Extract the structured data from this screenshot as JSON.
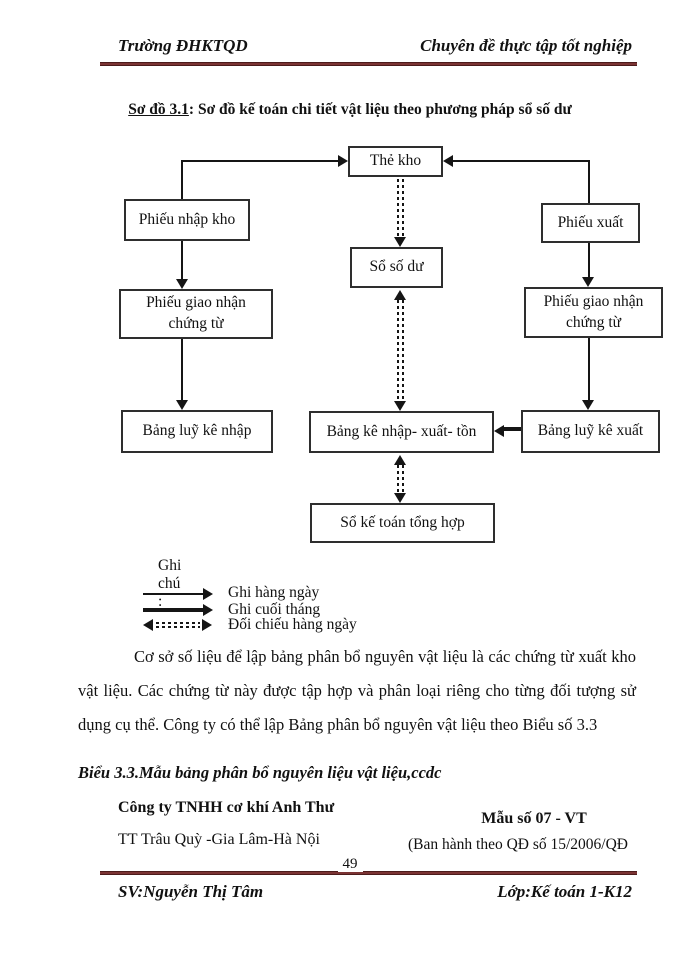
{
  "header": {
    "left": "Trường ĐHKTQD",
    "right": "Chuyên đề thực tập tốt nghiệp"
  },
  "title": {
    "label": "Sơ đồ 3.1",
    "rest": ": Sơ đồ kế toán chi tiết vật liệu theo phương pháp sổ số dư"
  },
  "diagram": {
    "boxes": {
      "the_kho": "Thẻ kho",
      "phieu_nhap_kho": "Phiếu nhập kho",
      "phieu_xuat": "Phiếu xuất",
      "so_so_du": "Sổ số dư",
      "pgn_left": "Phiếu giao nhận chứng từ",
      "pgn_right": "Phiếu giao nhận chứng từ",
      "bang_luy_ke_nhap": "Bảng luỹ kê nhập",
      "bang_ke_nxt": "Bảng kê nhập- xuất- tồn",
      "bang_luy_ke_xuat": "Bảng luỹ kê xuất",
      "so_ke_toan": "Sổ kế toán tổng hợp"
    }
  },
  "legend": {
    "title": "Ghi chú :",
    "items": [
      {
        "style": "solid-arrow",
        "label": "Ghi hàng ngày"
      },
      {
        "style": "double-line-arrow",
        "label": "Ghi cuối tháng"
      },
      {
        "style": "dashed-double-headed-arrow",
        "label": "Đối chiếu hàng ngày"
      }
    ]
  },
  "paragraph": "Cơ sở số liệu để lập bảng  phân bổ nguyên vật liệu là các chứng từ xuất kho vật liệu. Các chứng từ này được tập hợp và phân loại riêng cho từng đối tượng sử dụng cụ thể. Công ty có thể lập Bảng phân bổ nguyên vật liệu theo Biểu số 3.3",
  "bieu_heading": "Biểu 3.3.Mẫu bảng phân bổ nguyên liệu vật liệu,ccdc",
  "company": {
    "name": "Công ty TNHH cơ khí Anh Thư",
    "address": "TT Trâu Quỳ -Gia Lâm-Hà Nội"
  },
  "form": {
    "code": "Mẫu số 07 - VT",
    "issued": "(Ban hành theo QĐ số 15/2006/QĐ"
  },
  "footer": {
    "page_number": "49",
    "left": "SV:Nguyễn Thị Tâm",
    "right": "Lớp:Kế toán 1-K12"
  },
  "colors": {
    "rule": "#7b3434",
    "ink": "#111111"
  }
}
